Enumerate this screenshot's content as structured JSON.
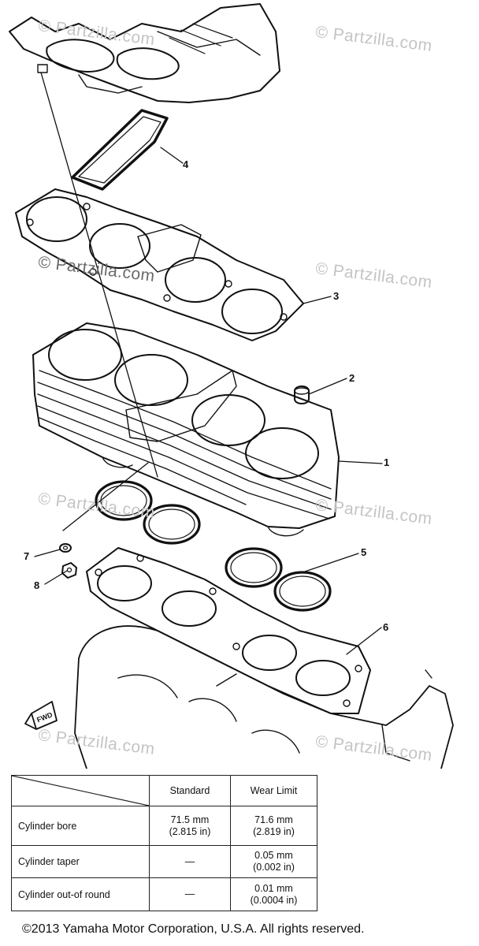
{
  "watermark": {
    "text": "© Partzilla.com"
  },
  "callouts": [
    "1",
    "2",
    "3",
    "4",
    "5",
    "6",
    "7",
    "8"
  ],
  "front_marker": "FWD",
  "spec_table": {
    "headers": [
      "Standard",
      "Wear Limit"
    ],
    "rows": [
      {
        "label": "Cylinder bore",
        "standard": [
          "71.5 mm",
          "(2.815 in)"
        ],
        "wear_limit": [
          "71.6 mm",
          "(2.819 in)"
        ]
      },
      {
        "label": "Cylinder taper",
        "standard": [
          "—"
        ],
        "wear_limit": [
          "0.05 mm",
          "(0.002 in)"
        ]
      },
      {
        "label": "Cylinder out-of round",
        "standard": [
          "—"
        ],
        "wear_limit": [
          "0.01 mm",
          "(0.0004 in)"
        ]
      }
    ]
  },
  "copyright": "©2013 Yamaha Motor Corporation, U.S.A. All rights reserved."
}
